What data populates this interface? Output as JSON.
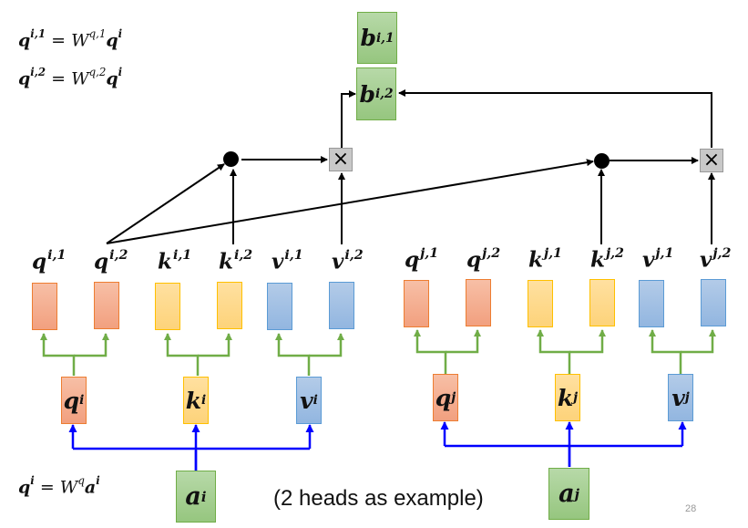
{
  "equations": {
    "eq1": {
      "lhs": "q",
      "lhs_sup": "i,1",
      "eqsign": "=",
      "w": "W",
      "w_sup": "q,1",
      "rhs": "q",
      "rhs_sup": "i"
    },
    "eq2": {
      "lhs": "q",
      "lhs_sup": "i,2",
      "eqsign": "=",
      "w": "W",
      "w_sup": "q,2",
      "rhs": "q",
      "rhs_sup": "i"
    },
    "eq3": {
      "lhs": "q",
      "lhs_sup": "i",
      "eqsign": "=",
      "w": "W",
      "w_sup": "q",
      "rhs": "a",
      "rhs_sup": "i"
    }
  },
  "outputs": {
    "b1": {
      "base": "b",
      "sup": "i,1"
    },
    "b2": {
      "base": "b",
      "sup": "i,2"
    }
  },
  "head_labels_i": [
    {
      "base": "q",
      "sup": "i,1"
    },
    {
      "base": "q",
      "sup": "i,2"
    },
    {
      "base": "k",
      "sup": "i,1"
    },
    {
      "base": "k",
      "sup": "i,2"
    },
    {
      "base": "v",
      "sup": "i,1"
    },
    {
      "base": "v",
      "sup": "i,2"
    }
  ],
  "head_labels_j": [
    {
      "base": "q",
      "sup": "j,1"
    },
    {
      "base": "q",
      "sup": "j,2"
    },
    {
      "base": "k",
      "sup": "j,1"
    },
    {
      "base": "k",
      "sup": "j,2"
    },
    {
      "base": "v",
      "sup": "j,1"
    },
    {
      "base": "v",
      "sup": "j,2"
    }
  ],
  "qkv_i": [
    {
      "base": "q",
      "sup": "i"
    },
    {
      "base": "k",
      "sup": "i"
    },
    {
      "base": "v",
      "sup": "i"
    }
  ],
  "qkv_j": [
    {
      "base": "q",
      "sup": "j"
    },
    {
      "base": "k",
      "sup": "j"
    },
    {
      "base": "v",
      "sup": "j"
    }
  ],
  "inputs": {
    "ai": {
      "base": "a",
      "sup": "i"
    },
    "aj": {
      "base": "a",
      "sup": "j"
    }
  },
  "operators": {
    "multiply": "×",
    "dot_product": "dot"
  },
  "note": "(2 heads as example)",
  "page_number": "28",
  "colors": {
    "query": "#ed7d31",
    "key": "#ffc000",
    "value": "#5b9bd5",
    "input": "#70ad47",
    "split_arrow": "#70ad47",
    "input_arrow": "#0000ff"
  }
}
